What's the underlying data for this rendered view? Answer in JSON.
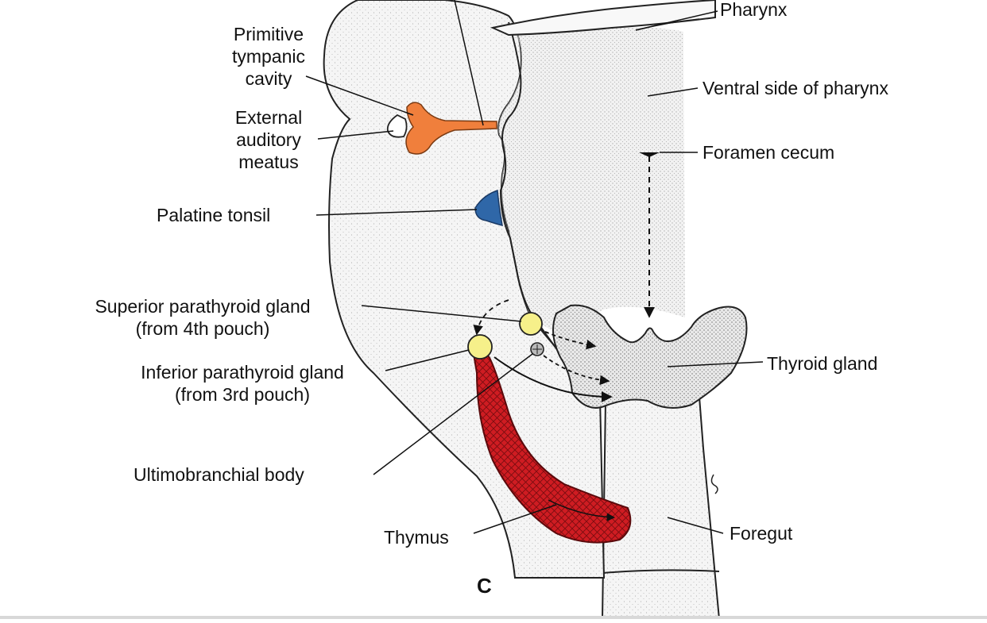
{
  "labels": {
    "pharynx": "Pharynx",
    "primitive_tympanic_cavity": [
      "Primitive",
      "tympanic",
      "cavity"
    ],
    "external_auditory_meatus": [
      "External",
      "auditory",
      "meatus"
    ],
    "ventral_side_of_pharynx": "Ventral side of pharynx",
    "foramen_cecum": "Foramen cecum",
    "palatine_tonsil": "Palatine tonsil",
    "superior_parathyroid": [
      "Superior parathyroid gland",
      "(from 4th pouch)"
    ],
    "inferior_parathyroid": [
      "Inferior parathyroid gland",
      "(from 3rd pouch)"
    ],
    "thyroid_gland": "Thyroid gland",
    "ultimobranchial_body": "Ultimobranchial body",
    "thymus": "Thymus",
    "foregut": "Foregut",
    "panel_letter": "C"
  },
  "colors": {
    "tympanic_cavity": "#f07f3c",
    "palatine_tonsil": "#2f67a8",
    "parathyroid": "#f6f08a",
    "thymus": "#c8161e",
    "tissue": "#f4f4f4",
    "outline": "#222222"
  }
}
